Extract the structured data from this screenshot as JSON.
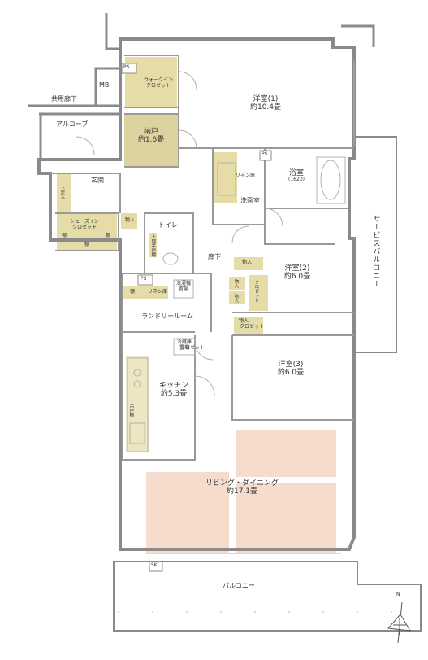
{
  "rooms": {
    "western1": {
      "name": "洋室(1)",
      "area": "約10.4畳"
    },
    "western2": {
      "name": "洋室(2)",
      "area": "約6.0畳"
    },
    "western3": {
      "name": "洋室(3)",
      "area": "約6.0畳"
    },
    "storage": {
      "name": "納戸",
      "area": "約1.6畳"
    },
    "kitchen": {
      "name": "キッチン",
      "area": "約5.3畳"
    },
    "living": {
      "name": "リビング・ダイニング",
      "area": "約17.1畳"
    },
    "bath": {
      "name": "浴室",
      "size": "(1620)"
    },
    "washroom": "洗面室",
    "toilet": "トイレ",
    "entrance": "玄関",
    "hallway": "廊下",
    "laundry": "ランドリールーム",
    "walkin": "ウォークイン\nクロゼット",
    "shoes_in": "シューズイン\nクロゼット",
    "alcove": "アルコーブ",
    "common_corridor": "共用廊下",
    "balcony": "バルコニー",
    "service_balcony": "サービスバルコニー",
    "mb": "MB"
  },
  "small_labels": {
    "ps1": "PS",
    "ps2": "PS",
    "ps3": "PS",
    "sk": "SK",
    "linen1": "リネン庫",
    "linen2": "リネン庫",
    "closet1": "クロゼット",
    "closet2": "クロゼット",
    "closet3": "クロゼット",
    "mono1": "物入",
    "mono2": "物入",
    "mono3": "物入",
    "mono4": "物入",
    "mono5": "物入",
    "shelf1": "棚",
    "shelf2": "棚",
    "shelf3": "棚",
    "shelf4": "棚",
    "washer": "洗濯機\n置場",
    "fridge": "冷蔵庫\n置場",
    "shoe_storage": "下足入",
    "upper_storage": "上部吊戸棚",
    "kitchen_cabinet": "吊戸棚",
    "north": "N"
  },
  "colors": {
    "wall": "#8a8a8a",
    "wall_dark": "#6e6e6e",
    "storage_fill": "#e6dca8",
    "storage_fill2": "#ddd3a0",
    "floor_marking": "#f6dccd",
    "line": "#9a9a9a",
    "text": "#333333"
  }
}
